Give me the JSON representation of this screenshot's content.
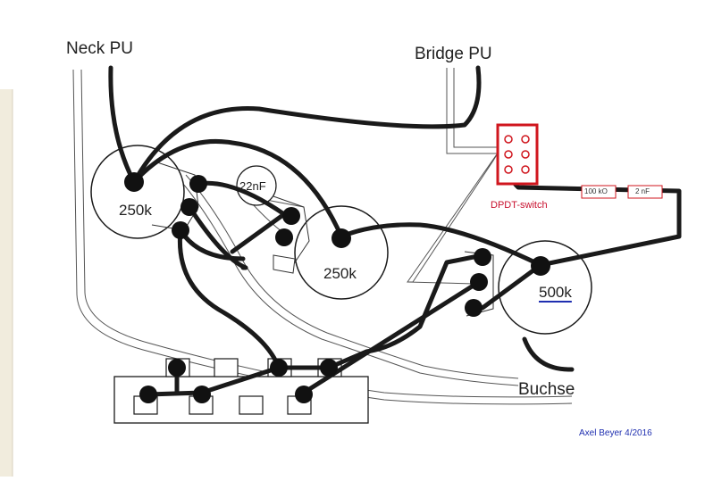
{
  "labels": {
    "neck_pu": "Neck PU",
    "bridge_pu": "Bridge PU",
    "pot_neck": "250k",
    "pot_bridge": "250k",
    "pot_tone": "500k",
    "capacitor": "22nF",
    "switch": "DPDT-switch",
    "resistor": "100 kO",
    "capacitor_series": "2 nF",
    "jack": "Buchse",
    "credit": "Axel Beyer 4/2016"
  },
  "colors": {
    "wire": "#1a1a1a",
    "switch_outline": "#d0161e",
    "credit_text": "#1f2fb0",
    "switch_label": "#c8102e",
    "paper_edge": "#efeadc"
  }
}
